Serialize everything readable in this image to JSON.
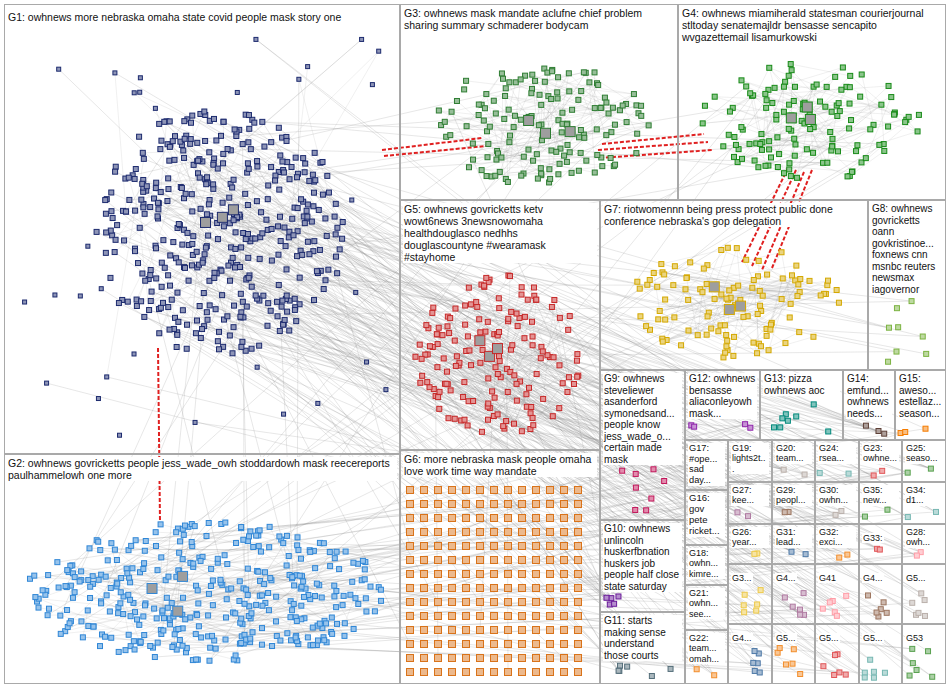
{
  "diagram": {
    "nodes": [
      {
        "text": [
          "G1: owhnews more nebraska omaha state covid people mask story one"
        ]
      },
      {
        "text": [
          "G2: owhnews govricketts people jess_wade_owh stoddardowh mask reecereports paulhammelowh one more"
        ]
      },
      {
        "text": [
          "G3: owhnews mask mandate aclufne chief problem sharing summary schmaderer bodycam"
        ]
      },
      {
        "text": [
          "G4: owhnews miamiherald statesman courierjournal stltoday senatemajldr bensasse sencapito wvgazettemail lisamurkowski"
        ]
      },
      {
        "text": [
          "G5: owhnews govricketts ketv wowt6news 3newsnowomaha healthdouglasco nedhhs douglascountyne #wearamask #stayhome"
        ]
      },
      {
        "text": [
          "G6: more nebraska mask people omaha love work time way mandate"
        ]
      },
      {
        "text": [
          "G7: riotwomennn being press protect public done conference nebraska's gop delegation"
        ]
      },
      {
        "text": [
          "G8: owhnews govricketts oann govkristinoe... foxnews cnn msnbc reuters newsmax iagovernor"
        ]
      },
      {
        "text": [
          "G9: owhnews steveliewer asanderford symonedsand... people know jess_wade_o... certain made mask"
        ]
      },
      {
        "text": [
          "G10: owhnews unlincoln huskerfbnation huskers job people half close state saturday"
        ]
      },
      {
        "text": [
          "G11: starts making sense understand those courts"
        ]
      },
      {
        "text": [
          "G12: owhnews bensasse aliaconleyowh mask..."
        ]
      },
      {
        "text": [
          "G13: pizza owhnews aoc"
        ]
      },
      {
        "text": [
          "G14: emfund... owhnews needs..."
        ]
      },
      {
        "text": [
          "G15: aweso... estellaz... season..."
        ]
      },
      {
        "text": [
          "G16: gov pete ricket..."
        ]
      },
      {
        "text": [
          "G17: #ope... sad day..."
        ]
      },
      {
        "text": [
          "G18: owhn... kimre..."
        ]
      },
      {
        "text": [
          "G19: lights2t..."
        ]
      },
      {
        "text": [
          "G20: team..."
        ]
      },
      {
        "text": [
          "G21: owhn... see..."
        ]
      },
      {
        "text": [
          "G22: team... omah..."
        ]
      },
      {
        "text": [
          "G23: owhne..."
        ]
      },
      {
        "text": [
          "G24: rsea..."
        ]
      },
      {
        "text": [
          "G25: seaso..."
        ]
      },
      {
        "text": [
          "G26: year..."
        ]
      },
      {
        "text": [
          "G27: kee..."
        ]
      },
      {
        "text": [
          "G28: owh..."
        ]
      },
      {
        "text": [
          "G29: peopl..."
        ]
      },
      {
        "text": [
          "G30: owhn..."
        ]
      },
      {
        "text": [
          "G31: lead..."
        ]
      },
      {
        "text": [
          "G32: exci..."
        ]
      },
      {
        "text": [
          "G33:"
        ]
      },
      {
        "text": [
          "G34: d1..."
        ]
      },
      {
        "text": [
          "G35: new..."
        ]
      },
      {
        "text": [
          "G3..."
        ]
      },
      {
        "text": [
          "G4..."
        ]
      },
      {
        "text": [
          "G41"
        ]
      },
      {
        "text": [
          "G4..."
        ]
      },
      {
        "text": [
          "G5..."
        ]
      },
      {
        "text": [
          "G4..."
        ]
      },
      {
        "text": [
          "G5..."
        ]
      },
      {
        "text": [
          "G5..."
        ]
      },
      {
        "text": [
          "G5..."
        ]
      },
      {
        "text": [
          "G53"
        ]
      }
    ]
  }
}
